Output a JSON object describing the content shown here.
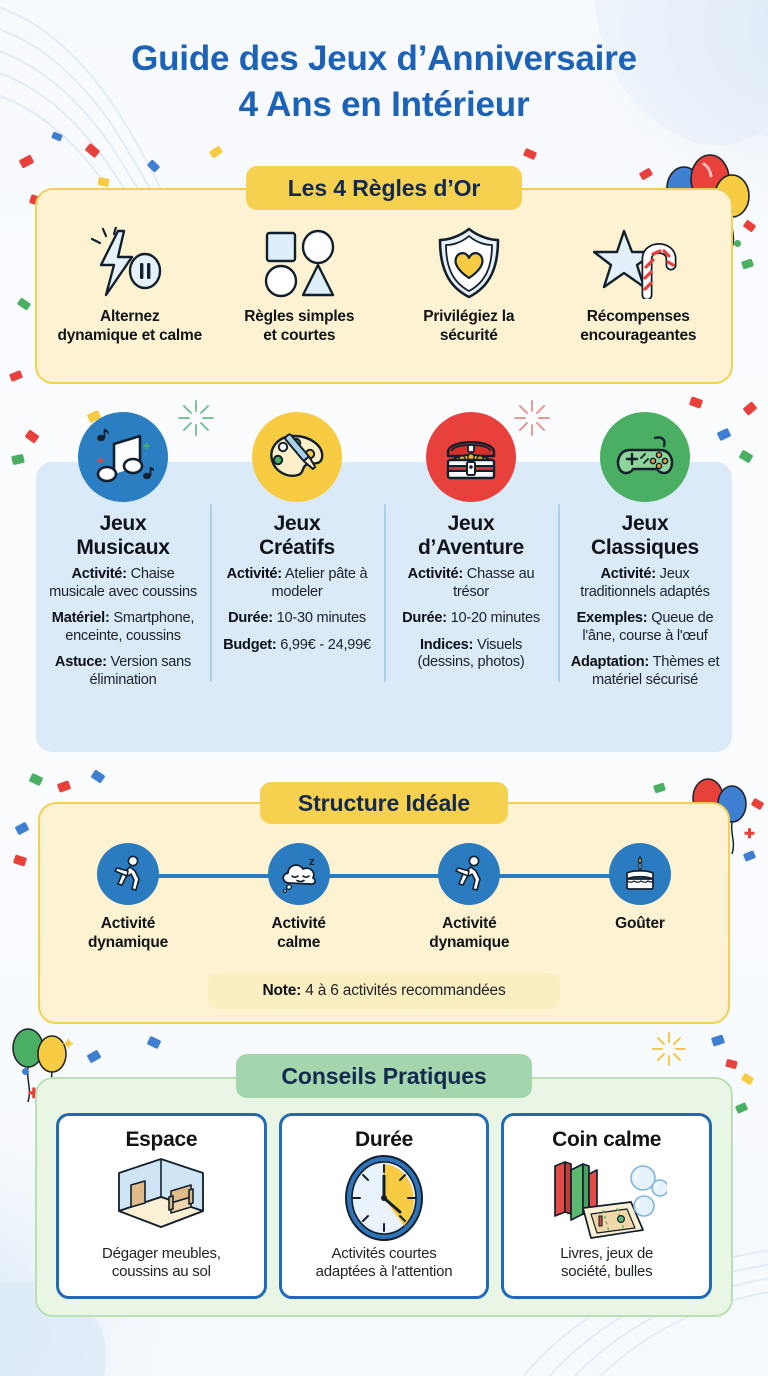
{
  "header": {
    "title_line1": "Guide des Jeux d’Anniversaire",
    "title_line2": "4 Ans en Intérieur",
    "title_color": "#1c62b6"
  },
  "rules_section": {
    "badge": "Les 4 Règles d’Or",
    "badge_color": "#f6d14f",
    "card_bg": "#fdf3d2",
    "card_border": "#f3cf55",
    "items": [
      {
        "icon": "lightning-pause-icon",
        "label": "Alternez\ndynamique et calme"
      },
      {
        "icon": "shapes-icon",
        "label": "Règles simples\net courtes"
      },
      {
        "icon": "shield-heart-icon",
        "label": "Privilégiez la\nsécurité"
      },
      {
        "icon": "star-candycane-icon",
        "label": "Récompenses\nencourageantes"
      }
    ]
  },
  "games_section": {
    "panel_bg": "#dbeaf8",
    "divider_color": "#a9cfea",
    "columns": [
      {
        "icon": "music-notes-icon",
        "circle_color": "#2b7ec1",
        "title": "Jeux\nMusicaux",
        "facts": [
          {
            "label": "Activité:",
            "value": "Chaise musicale avec coussins"
          },
          {
            "label": "Matériel:",
            "value": "Smartphone, enceinte, coussins"
          },
          {
            "label": "Astuce:",
            "value": "Version sans élimination"
          }
        ]
      },
      {
        "icon": "paint-palette-icon",
        "circle_color": "#f7cc43",
        "title": "Jeux\nCréatifs",
        "facts": [
          {
            "label": "Activité:",
            "value": "Atelier pâte à modeler"
          },
          {
            "label": "Durée:",
            "value": "10-30 minutes"
          },
          {
            "label": "Budget:",
            "value": "6,99€ - 24,99€"
          }
        ]
      },
      {
        "icon": "treasure-chest-icon",
        "circle_color": "#e8413c",
        "title": "Jeux\nd’Aventure",
        "facts": [
          {
            "label": "Activité:",
            "value": "Chasse au trésor"
          },
          {
            "label": "Durée:",
            "value": "10-20 minutes"
          },
          {
            "label": "Indices:",
            "value": "Visuels (dessins, photos)"
          }
        ]
      },
      {
        "icon": "gamepad-icon",
        "circle_color": "#4aaf62",
        "title": "Jeux\nClassiques",
        "facts": [
          {
            "label": "Activité:",
            "value": "Jeux traditionnels adaptés"
          },
          {
            "label": "Exemples:",
            "value": "Queue de l'âne, course à l'œuf"
          },
          {
            "label": "Adaptation:",
            "value": "Thèmes et matériel sécurisé"
          }
        ]
      }
    ]
  },
  "structure_section": {
    "badge": "Structure Idéale",
    "badge_color": "#f6d14f",
    "card_bg": "#fdf3d2",
    "card_border": "#f3cf55",
    "circle_color": "#2a7bc0",
    "steps": [
      {
        "icon": "running-person-icon",
        "label": "Activité\ndynamique"
      },
      {
        "icon": "sleep-cloud-icon",
        "label": "Activité\ncalme"
      },
      {
        "icon": "running-person-icon",
        "label": "Activité\ndynamique"
      },
      {
        "icon": "birthday-cake-icon",
        "label": "Goûter"
      }
    ],
    "note_label": "Note:",
    "note_text": "4 à 6 activités recommandées"
  },
  "tips_section": {
    "badge": "Conseils Pratiques",
    "badge_color": "#a4d6ad",
    "panel_bg": "#e9f6e6",
    "panel_border": "#b8e0b4",
    "card_border": "#1f6bb5",
    "cards": [
      {
        "title": "Espace",
        "icon": "empty-room-icon",
        "text": "Dégager meubles,\ncoussins au sol"
      },
      {
        "title": "Durée",
        "icon": "clock-icon",
        "text": "Activités courtes\nadaptées à l'attention"
      },
      {
        "title": "Coin calme",
        "icon": "books-games-icon",
        "text": "Livres, jeux de\nsociété, bulles"
      }
    ]
  }
}
